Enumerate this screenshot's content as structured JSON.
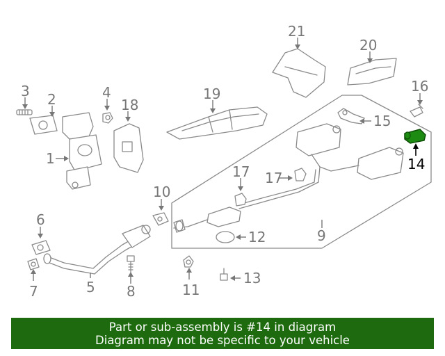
{
  "callouts": {
    "c1": "1",
    "c2": "2",
    "c3": "3",
    "c4": "4",
    "c5": "5",
    "c6": "6",
    "c7": "7",
    "c8": "8",
    "c9": "9",
    "c10": "10",
    "c11": "11",
    "c12": "12",
    "c13": "13",
    "c14": "14",
    "c15": "15",
    "c16": "16",
    "c17a": "17",
    "c17b": "17",
    "c18": "18",
    "c19": "19",
    "c20": "20",
    "c21": "21"
  },
  "highlight": {
    "part_number": "14",
    "color": "#1d8a12"
  },
  "banner": {
    "line1": "Part or sub-assembly is #14 in diagram",
    "line2": "Diagram may not be specific to your vehicle",
    "color": "#1d6b0e"
  }
}
